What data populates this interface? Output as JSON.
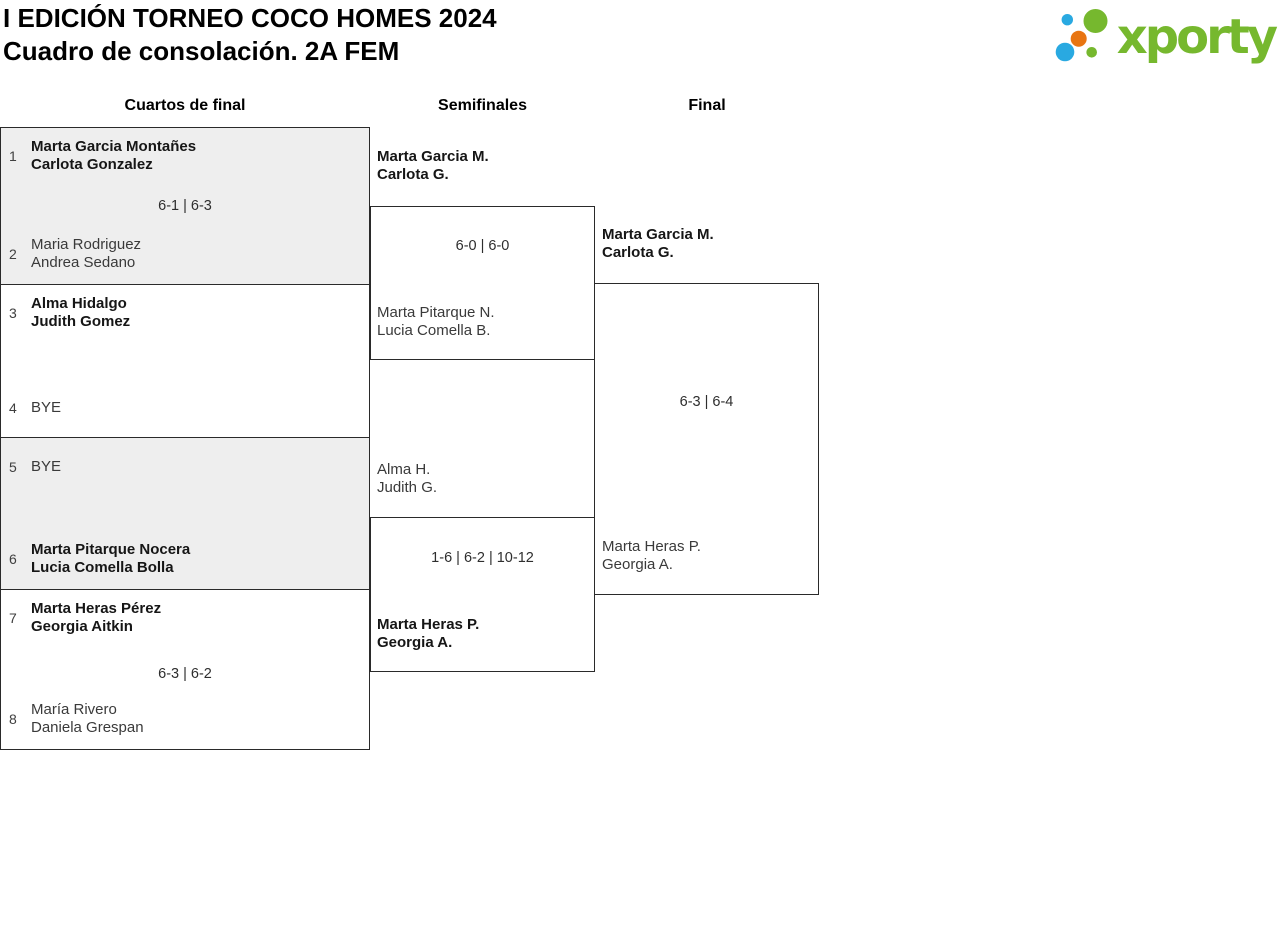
{
  "header": {
    "title": "I EDICIÓN TORNEO COCO HOMES 2024",
    "subtitle": "Cuadro de consolación. 2A FEM",
    "brand": "xporty",
    "brand_colors": {
      "green": "#76b82e",
      "blue": "#29a9e1",
      "orange": "#e87511"
    }
  },
  "columns": [
    "Cuartos de final",
    "Semifinales",
    "Final"
  ],
  "rounds": {
    "quarterfinals": [
      {
        "seed_top": "1",
        "team_top": [
          "Marta Garcia Montañes",
          "Carlota Gonzalez"
        ],
        "score": "6-1 | 6-3",
        "seed_bottom": "2",
        "team_bottom": [
          "Maria Rodriguez",
          "Andrea Sedano"
        ],
        "winner": "top"
      },
      {
        "seed_top": "3",
        "team_top": [
          "Alma Hidalgo",
          "Judith Gomez"
        ],
        "score": "",
        "seed_bottom": "4",
        "team_bottom": [
          "BYE"
        ],
        "winner": "top"
      },
      {
        "seed_top": "5",
        "team_top": [
          "BYE"
        ],
        "score": "",
        "seed_bottom": "6",
        "team_bottom": [
          "Marta Pitarque Nocera",
          "Lucia Comella Bolla"
        ],
        "winner": "bottom"
      },
      {
        "seed_top": "7",
        "team_top": [
          "Marta Heras Pérez",
          "Georgia Aitkin"
        ],
        "score": "6-3 | 6-2",
        "seed_bottom": "8",
        "team_bottom": [
          "María Rivero",
          "Daniela Grespan"
        ],
        "winner": "top"
      }
    ],
    "semifinals": [
      {
        "team_top": [
          "Marta Garcia M.",
          "Carlota G."
        ],
        "score": "6-0 | 6-0",
        "team_bottom": [
          "Marta Pitarque N.",
          "Lucia Comella B."
        ],
        "winner": "top"
      },
      {
        "team_top": [
          "Alma H.",
          "Judith G."
        ],
        "score": "1-6 | 6-2 | 10-12",
        "team_bottom": [
          "Marta Heras P.",
          "Georgia A."
        ],
        "winner": "bottom"
      }
    ],
    "final": {
      "team_top": [
        "Marta Garcia M.",
        "Carlota G."
      ],
      "score": "6-3 | 6-4",
      "team_bottom": [
        "Marta Heras P.",
        "Georgia A."
      ],
      "winner": "top"
    }
  }
}
